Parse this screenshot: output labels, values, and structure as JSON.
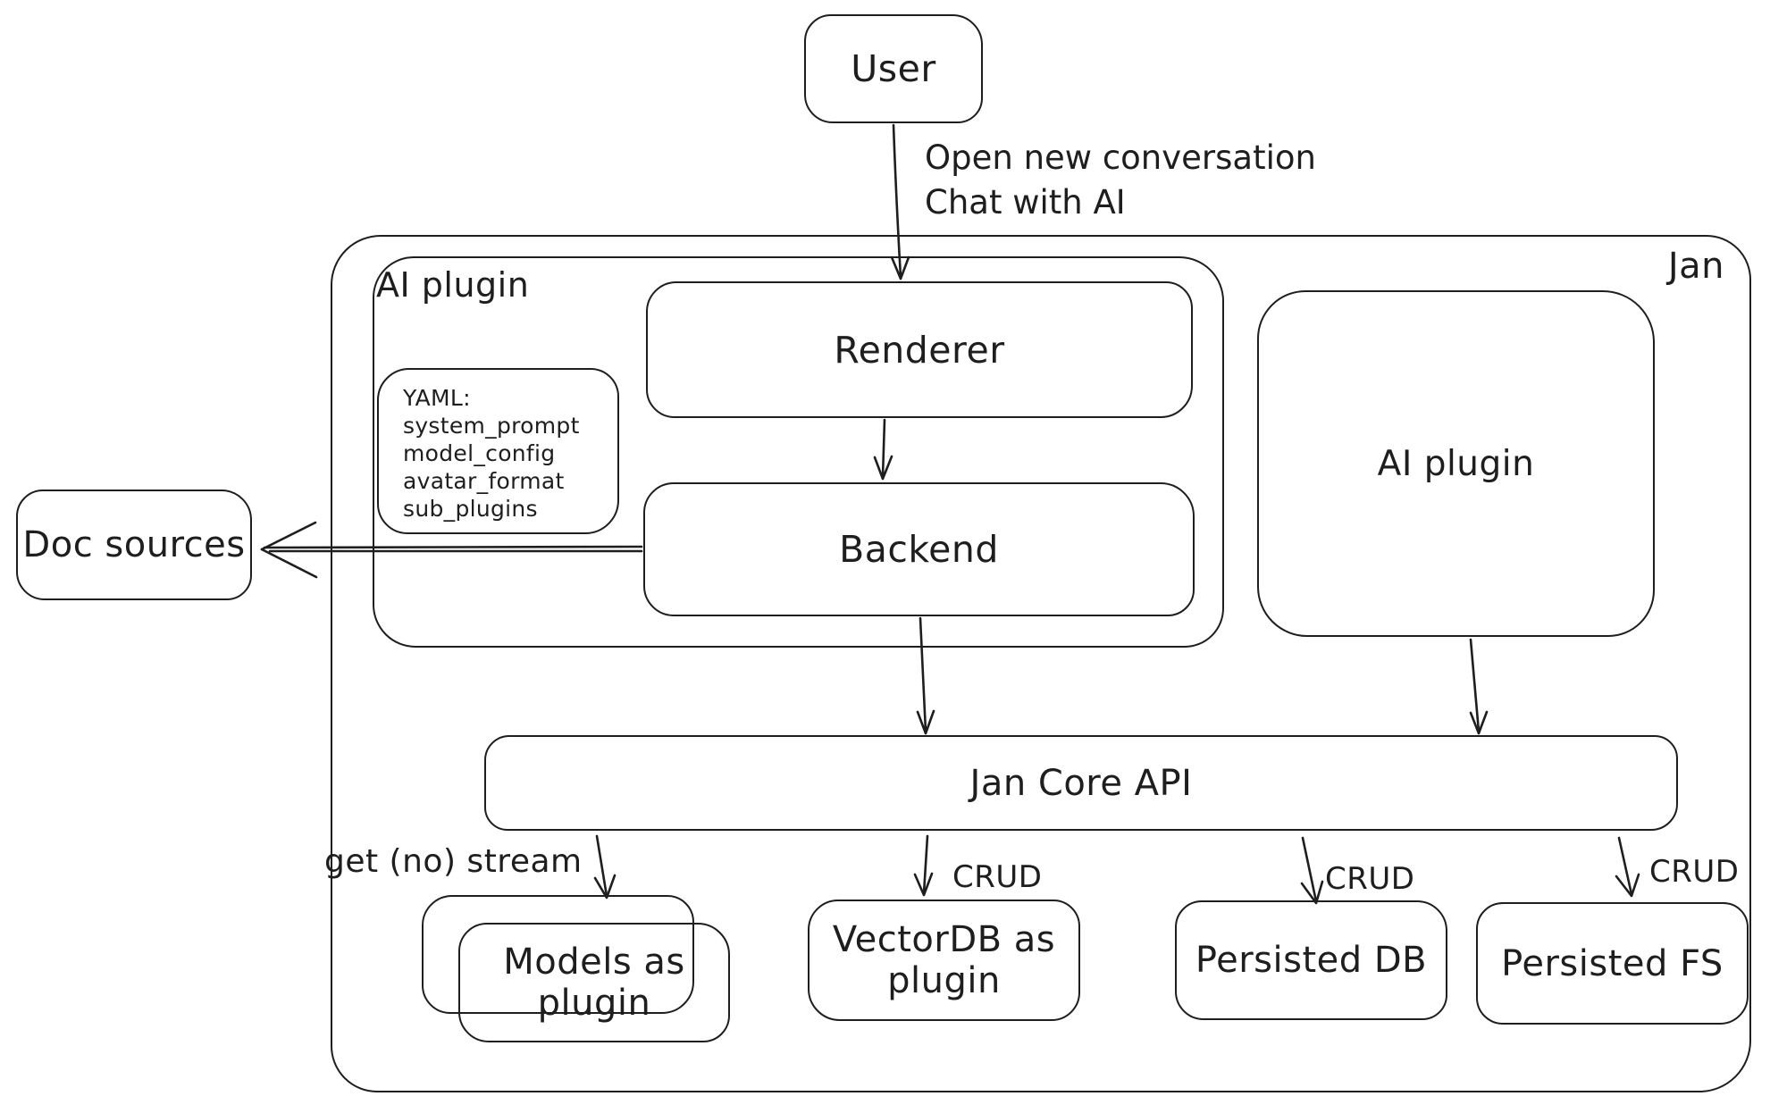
{
  "diagram": {
    "colors": {
      "stroke": "#1e1e1e",
      "background": "#ffffff"
    },
    "nodes": {
      "user": "User",
      "jan": "Jan",
      "ai_plugin_group": "AI plugin",
      "renderer": "Renderer",
      "backend": "Backend",
      "yaml_note_title": "YAML:",
      "yaml_note_items": [
        "system_prompt",
        "model_config",
        "avatar_format",
        "sub_plugins"
      ],
      "ai_plugin_box": "AI plugin",
      "doc_sources": "Doc sources",
      "jan_core_api": "Jan Core API",
      "models_as_plugin": "Models as plugin",
      "vectordb_as_plugin": "VectorDB as plugin",
      "persisted_db": "Persisted DB",
      "persisted_fs": "Persisted FS"
    },
    "edges": {
      "user_to_renderer": {
        "label_line1": "Open new conversation",
        "label_line2": "Chat with AI"
      },
      "core_to_models": {
        "label": "get (no) stream"
      },
      "core_to_vectordb": {
        "label": "CRUD"
      },
      "core_to_persisted_db": {
        "label": "CRUD"
      },
      "core_to_persisted_fs": {
        "label": "CRUD"
      }
    }
  }
}
